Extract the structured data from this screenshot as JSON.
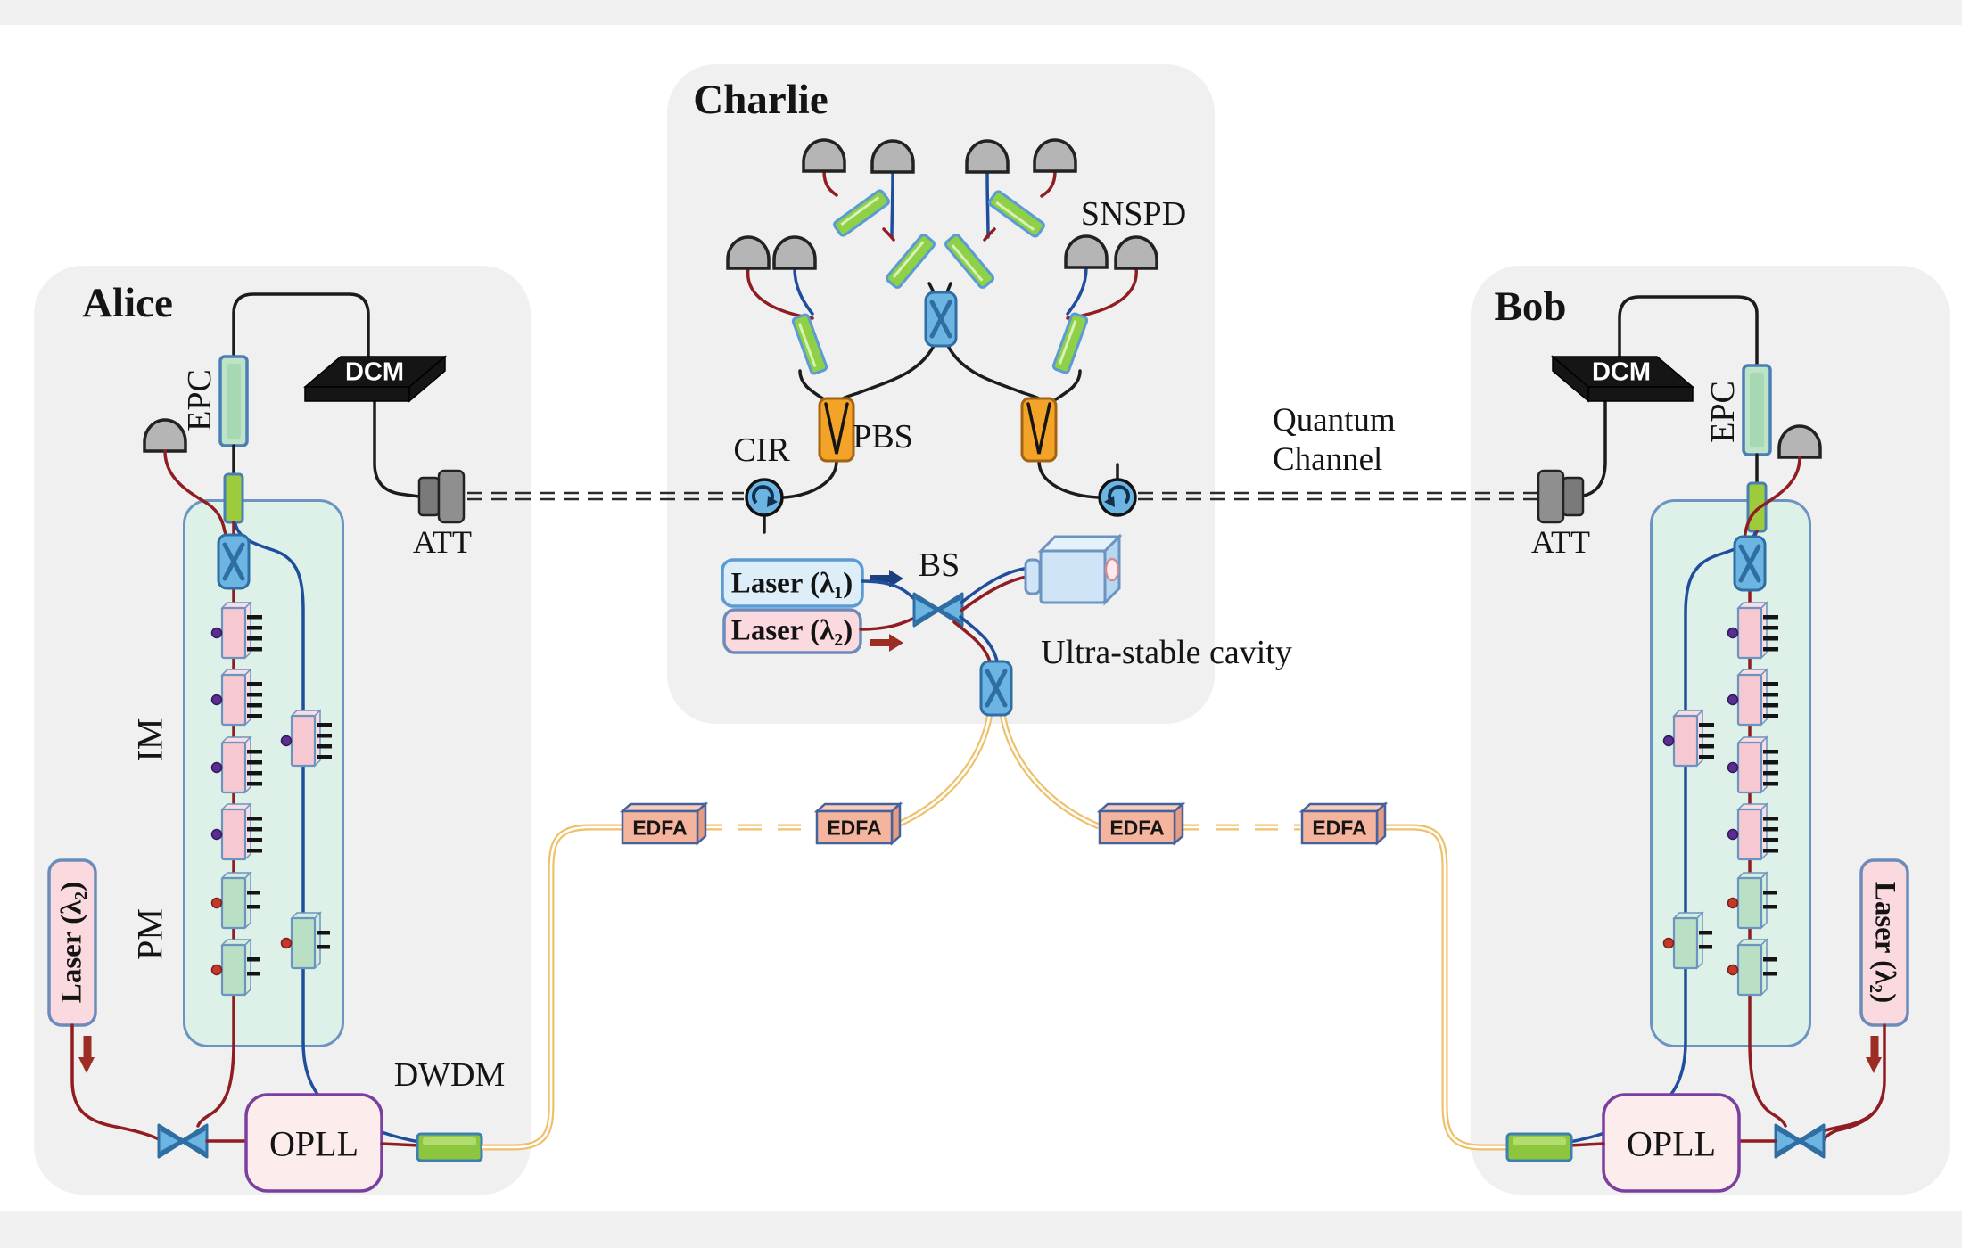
{
  "colors": {
    "panel": "#f0f0f1",
    "teal_box": "#def1e9",
    "fiber_red": "#8f1d22",
    "fiber_blue": "#1f4e9c",
    "fiber_black": "#1c1c1c",
    "fiber_yellow": "#eec06a",
    "pc_green": "#8ed046",
    "coupler_blue": "#6cb5e3",
    "pbs_orange": "#f4a329",
    "edfa_fill": "#f5b49e",
    "dome_gray": "#b5b5b5",
    "laser1_fill": "#ddeef8",
    "laser2_fill": "#fadade",
    "opll_fill": "#fdecec",
    "opll_border": "#7b3fa0",
    "dwdm_green": "#8cc63e"
  },
  "alice": {
    "title": "Alice",
    "epc_label": "EPC",
    "dcm_label": "DCM",
    "att_label": "ATT",
    "im_label": "IM",
    "pm_label": "PM",
    "laser_label": "Laser (λ₂)",
    "opll_label": "OPLL",
    "dwdm_label": "DWDM"
  },
  "charlie": {
    "title": "Charlie",
    "snspd_label": "SNSPD",
    "cir_label": "CIR",
    "pbs_label": "PBS",
    "bs_label": "BS",
    "laser1_label": "Laser (λ₁)",
    "laser2_label": "Laser (λ₂)",
    "cavity_label": "Ultra-stable cavity"
  },
  "bob": {
    "title": "Bob",
    "dcm_label": "DCM",
    "att_label": "ATT",
    "epc_label": "EPC",
    "laser_label": "Laser (λ₂)",
    "opll_label": "OPLL"
  },
  "channel": {
    "label": "Quantum Channel"
  },
  "edfa": {
    "label": "EDFA"
  }
}
